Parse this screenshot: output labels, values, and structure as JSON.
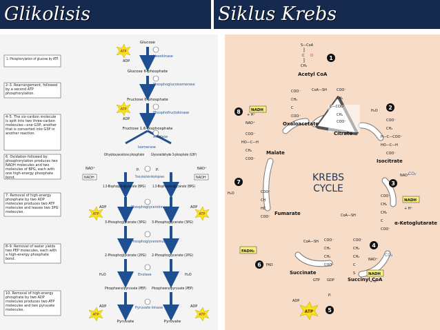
{
  "header": {
    "left_title": "Glikolisis",
    "right_title": "Siklus Krebs"
  },
  "glycolysis": {
    "steps": [
      "1. Phosphorylation of glucose by ATP.",
      "2–3. Rearrangement, followed by a second ATP phosphorylation.",
      "4–5. The six-carbon molecule is split into two three-carbon molecules—one G3P, another that is converted into G3P in another reaction.",
      "6. Oxidation followed by phosphorylation produces two NADH molecules and two molecules of BPG, each with one high-energy phosphate bond.",
      "7. Removal of high-energy phosphate by two ADP molecules produces two ATP molecules and leaves two 3PG molecules.",
      "8–9. Removal of water yields two PEP molecules, each with a high-energy phosphate bond.",
      "10. Removal of high-energy phosphate by two ADP molecules produces two ATP molecules and two pyruvate molecules."
    ],
    "compounds": {
      "glucose": "Glucose",
      "g6p": "Glucose 6-phosphate",
      "f6p": "Fructose 6-phosphate",
      "f16bp": "Fructose 1,6-bisphosphate",
      "dhap": "Dihydroxyacetone phosphate",
      "g3p": "Glyceraldehyde 3-phosphate (G3P)",
      "bpg": "1,3-Bisphosphoglycerate (BPG)",
      "pg3": "3-Phosphoglycerate (3PG)",
      "pg2": "2-Phosphoglycerate (2PG)",
      "pep": "Phosphoenolpyruvate (PEP)",
      "pyruvate": "Pyruvate"
    },
    "enzymes": {
      "e1": "Hexokinase",
      "e2": "Phosphoglucoisomerase",
      "e3": "Phosphofructokinase",
      "e4": "Aldolase",
      "e5": "Isomerase",
      "e6": "Triose phosphate dehydrogenase",
      "e7": "Phosphoglycerokinase",
      "e8": "Phosphoglyceromutase",
      "e9": "Enolase",
      "e10": "Pyruvate kinase"
    },
    "cofactors": {
      "atp": "ATP",
      "adp": "ADP",
      "nad": "NAD⁺",
      "nadh": "NADH",
      "h2o": "H₂O",
      "pi": "Pᵢ"
    }
  },
  "krebs": {
    "center_title": "KREBS",
    "center_subtitle": "CYCLE",
    "compounds": {
      "acetyl_coa": "Acetyl CoA",
      "oxaloacetate": "Oxaloacetate",
      "citrate": "Citrate",
      "isocitrate": "Isocitrate",
      "aketo": "α-Ketoglutarate",
      "succinyl": "Succinyl CoA",
      "succinate": "Succinate",
      "fumarate": "Fumarate",
      "malate": "Malate"
    },
    "cofactors": {
      "coa_sh": "CoA—SH",
      "h2o": "H₂O",
      "nad": "NAD⁺",
      "nadh": "NADH",
      "hplus": "+ H⁺",
      "co2": "CO₂",
      "fadh2": "FADH₂",
      "fad": "FAD",
      "gtp": "GTP",
      "gdp": "GDP",
      "adp": "ADP",
      "atp": "ATP",
      "pi": "Pᵢ"
    },
    "step_numbers": [
      "1",
      "2",
      "3",
      "4",
      "5",
      "6",
      "7",
      "8"
    ],
    "chem": {
      "coo": "COO⁻",
      "ch2": "CH₂",
      "ch3": "CH₃",
      "s": "S—CoA",
      "s_short": "S",
      "c": "C",
      "o": "O",
      "ho": "HO—C—H",
      "hc": "H—C—COO⁻",
      "cooh": "C—COO⁻",
      "ch": "CH",
      "hcc": "HC"
    }
  }
}
